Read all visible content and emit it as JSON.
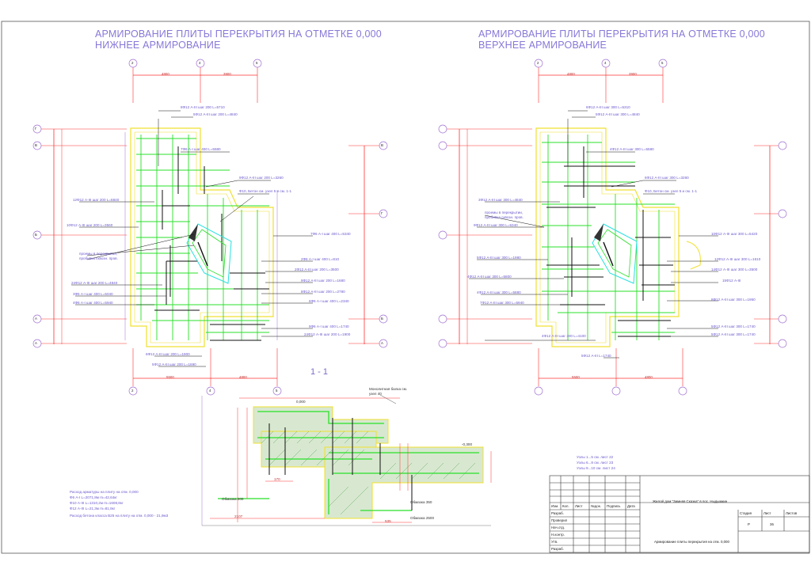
{
  "titles": {
    "left_line1": "АРМИРОВАНИЕ ПЛИТЫ ПЕРЕКРЫТИЯ НА ОТМЕТКЕ 0,000",
    "left_line2": "НИЖНЕЕ АРМИРОВАНИЕ",
    "right_line1": "АРМИРОВАНИЕ ПЛИТЫ ПЕРЕКРЫТИЯ НА ОТМЕТКЕ 0,000",
    "right_line2": "ВЕРХНЕЕ АРМИРОВАНИЕ",
    "section": "1 - 1"
  },
  "axes": {
    "top": [
      "2",
      "4",
      "5"
    ],
    "left": [
      "Г",
      "В",
      "Б",
      "А",
      "А"
    ],
    "right": [
      "В",
      "Г",
      "Б",
      "А"
    ],
    "dims_top": [
      "4800",
      "3900"
    ],
    "dims_bottom": [
      "5500",
      "4800"
    ]
  },
  "left_labels": {
    "top1": "8Ф12 A-III шаг 200 L=5710",
    "top2": "5Ф12 A-III шаг 200 L=4840",
    "top3": "7Ф6 A-I шаг 400 L=5580",
    "mid1": "9Ф12 A-III шаг 200 L=3260",
    "mid2": "Ф10, Бетон см. узел 5 и см. 1-1",
    "side1": "12Ф12 A-III шаг 200 L=6840",
    "side2": "10Ф12 A-III шаг 200 L=3560",
    "side3": "проемы в перекрытии, пробивка сквозн. пров.",
    "r1": "7Ф6 A-I шаг 400 L=5340",
    "r2": "2Ф6 A-I шаг 400 L=810",
    "r3": "2Ф12 A-III шаг 200 L=3500",
    "r4": "9Ф12 A-III шаг 200 L=1680",
    "r5": "8Ф12 A-III шаг 200 L=2780",
    "r6": "6Ф6 A-I шаг 400 L=2340",
    "b1": "24Ф12 A-III шаг 200 L=4840",
    "b2": "3Ф6 A-I шаг 400 L=5040",
    "b3": "4Ф6 A-I шаг 400 L=5940",
    "b4": "6Ф12 A-III шаг 200 L=1900",
    "b5": "5Ф12 A-III шаг 200 L=1690",
    "r7": "9Ф6 A-I шаг 400 L=1740",
    "r8": "24Ф12 A-III шаг 200 L=1900"
  },
  "right_labels": {
    "top1": "6Ф12 A-III шаг 300 L=5310",
    "top2": "5Ф12 A-III шаг 300 L=4840",
    "top3": "4Ф12 A-III шаг 300 L=5580",
    "mid1": "6Ф12 A-III шаг 300 L=3260",
    "mid2": "Ф10, Бетон см. узел 5 и см. 1-1",
    "side1": "3Ф12 A-III шаг 300 L=4840",
    "side2": "проемы в перекрытии, пробивка сквозн. пров.",
    "side3": "9Ф12 A-III шаг 300 L=5340",
    "side4": "5Ф12 A-III шаг 300 L=1980",
    "side5": "4Ф12 A-III шаг 300 L=5800",
    "side6": "4Ф12 A-III шаг 300 L=5880",
    "side7": "7Ф12 A-III шаг 300 L=5940",
    "side8": "4Ф12 A-III шаг 300 L=4100",
    "side9": "5Ф12 A-III L=1740",
    "r1": "10Ф12 A-III шаг 300 L=5420",
    "r2": "12Ф12 A-III шаг 300 L=1610",
    "r3": "14Ф12 A-III шаг 300 L=3500",
    "r4": "15Ф12 A-III",
    "r5": "8Ф12 A-III шаг 300 L=1950",
    "r6": "5Ф12 A-III шаг 300 L=1740",
    "r7": "5Ф12 A-III шаг 300 L=1740"
  },
  "section_labels": {
    "top": "Монолитная балка см. узел 40",
    "mark1": "0,000",
    "mark2": "-0,300",
    "left": "Обмазка 200",
    "bottom1": "Обмазка 350",
    "bottom2": "Обмазка 2500",
    "dim1": "2107",
    "dim2": "535",
    "dim3": "170"
  },
  "notes": {
    "nodes": [
      "Узлы 1...5 см. лист 22",
      "Узлы 6...8 см. лист 23",
      "Узлы 9...10 см. лист 24"
    ],
    "consumption": [
      "Расход арматуры на плиту на отм. 0,000",
      "Ф6 A-I L=2071,8м  m=42,64кг",
      "Ф10 A-III L=1310,2м  m=1608,8кг",
      "Ф12 A-III L=21,3м  m=81,8кг",
      "Расход бетона класса В25 на плиту на отм. 0,000 - 21,9м3"
    ]
  },
  "stamp": {
    "headers": [
      "Изм.",
      "Кол.",
      "Лист",
      "№док.",
      "Подпись",
      "Дата"
    ],
    "rows": [
      "Разраб.",
      "Проверил",
      "Нач.отд.",
      "Н.контр.",
      "Утв.",
      "Разраб."
    ],
    "project": "Жилой дом \"Зимняя Сказка\" в пос. Ныдымкин",
    "sheet_title": "Армирование плиты перекрытия на отм. 0,000",
    "stage_h": "Стадия",
    "sheet_h": "Лист",
    "sheets_h": "Листов",
    "stage": "Р",
    "sheet": "36"
  }
}
